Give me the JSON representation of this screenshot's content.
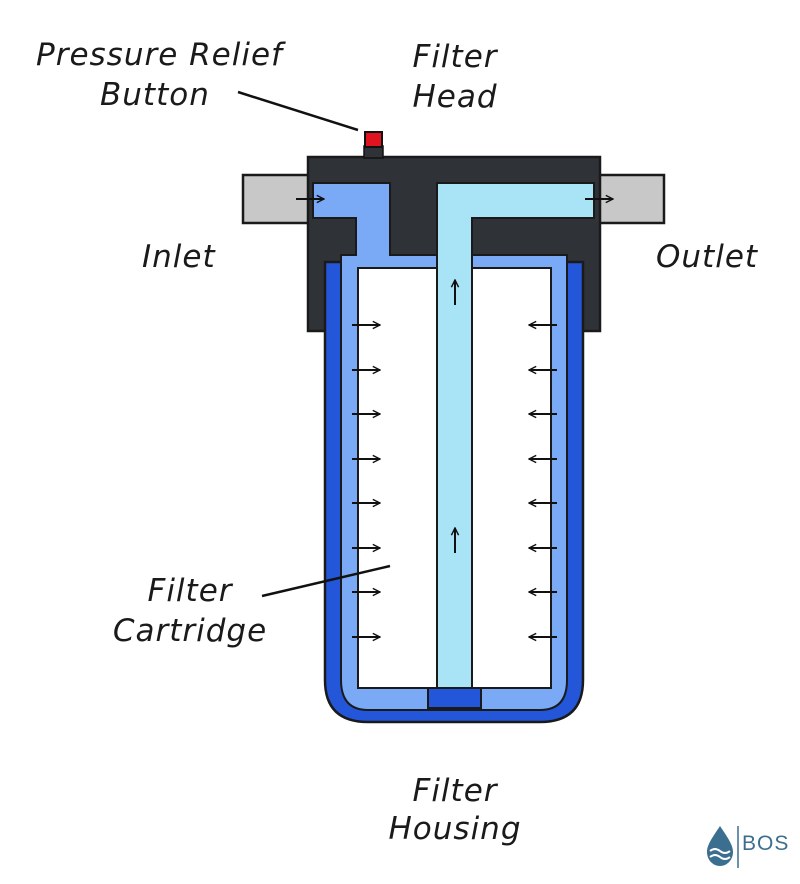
{
  "labels": {
    "relief_line1": "Pressure Relief",
    "relief_line2": "Button",
    "head_line1": "Filter",
    "head_line2": "Head",
    "inlet": "Inlet",
    "outlet": "Outlet",
    "cartridge_line1": "Filter",
    "cartridge_line2": "Cartridge",
    "housing_line1": "Filter",
    "housing_line2": "Housing"
  },
  "logo": {
    "text": "BOS"
  },
  "colors": {
    "head": "#2f3236",
    "housing_blue": "#2456d9",
    "inflow_blue": "#7aa9f5",
    "outflow_blue": "#a8e3f6",
    "cartridge_white": "#ffffff",
    "pipe_gray": "#c8c8c8",
    "relief_red": "#e0141e",
    "logo_blue": "#3c6f8f"
  },
  "icons": [
    "water-drop-icon",
    "flow-arrow-icon"
  ]
}
